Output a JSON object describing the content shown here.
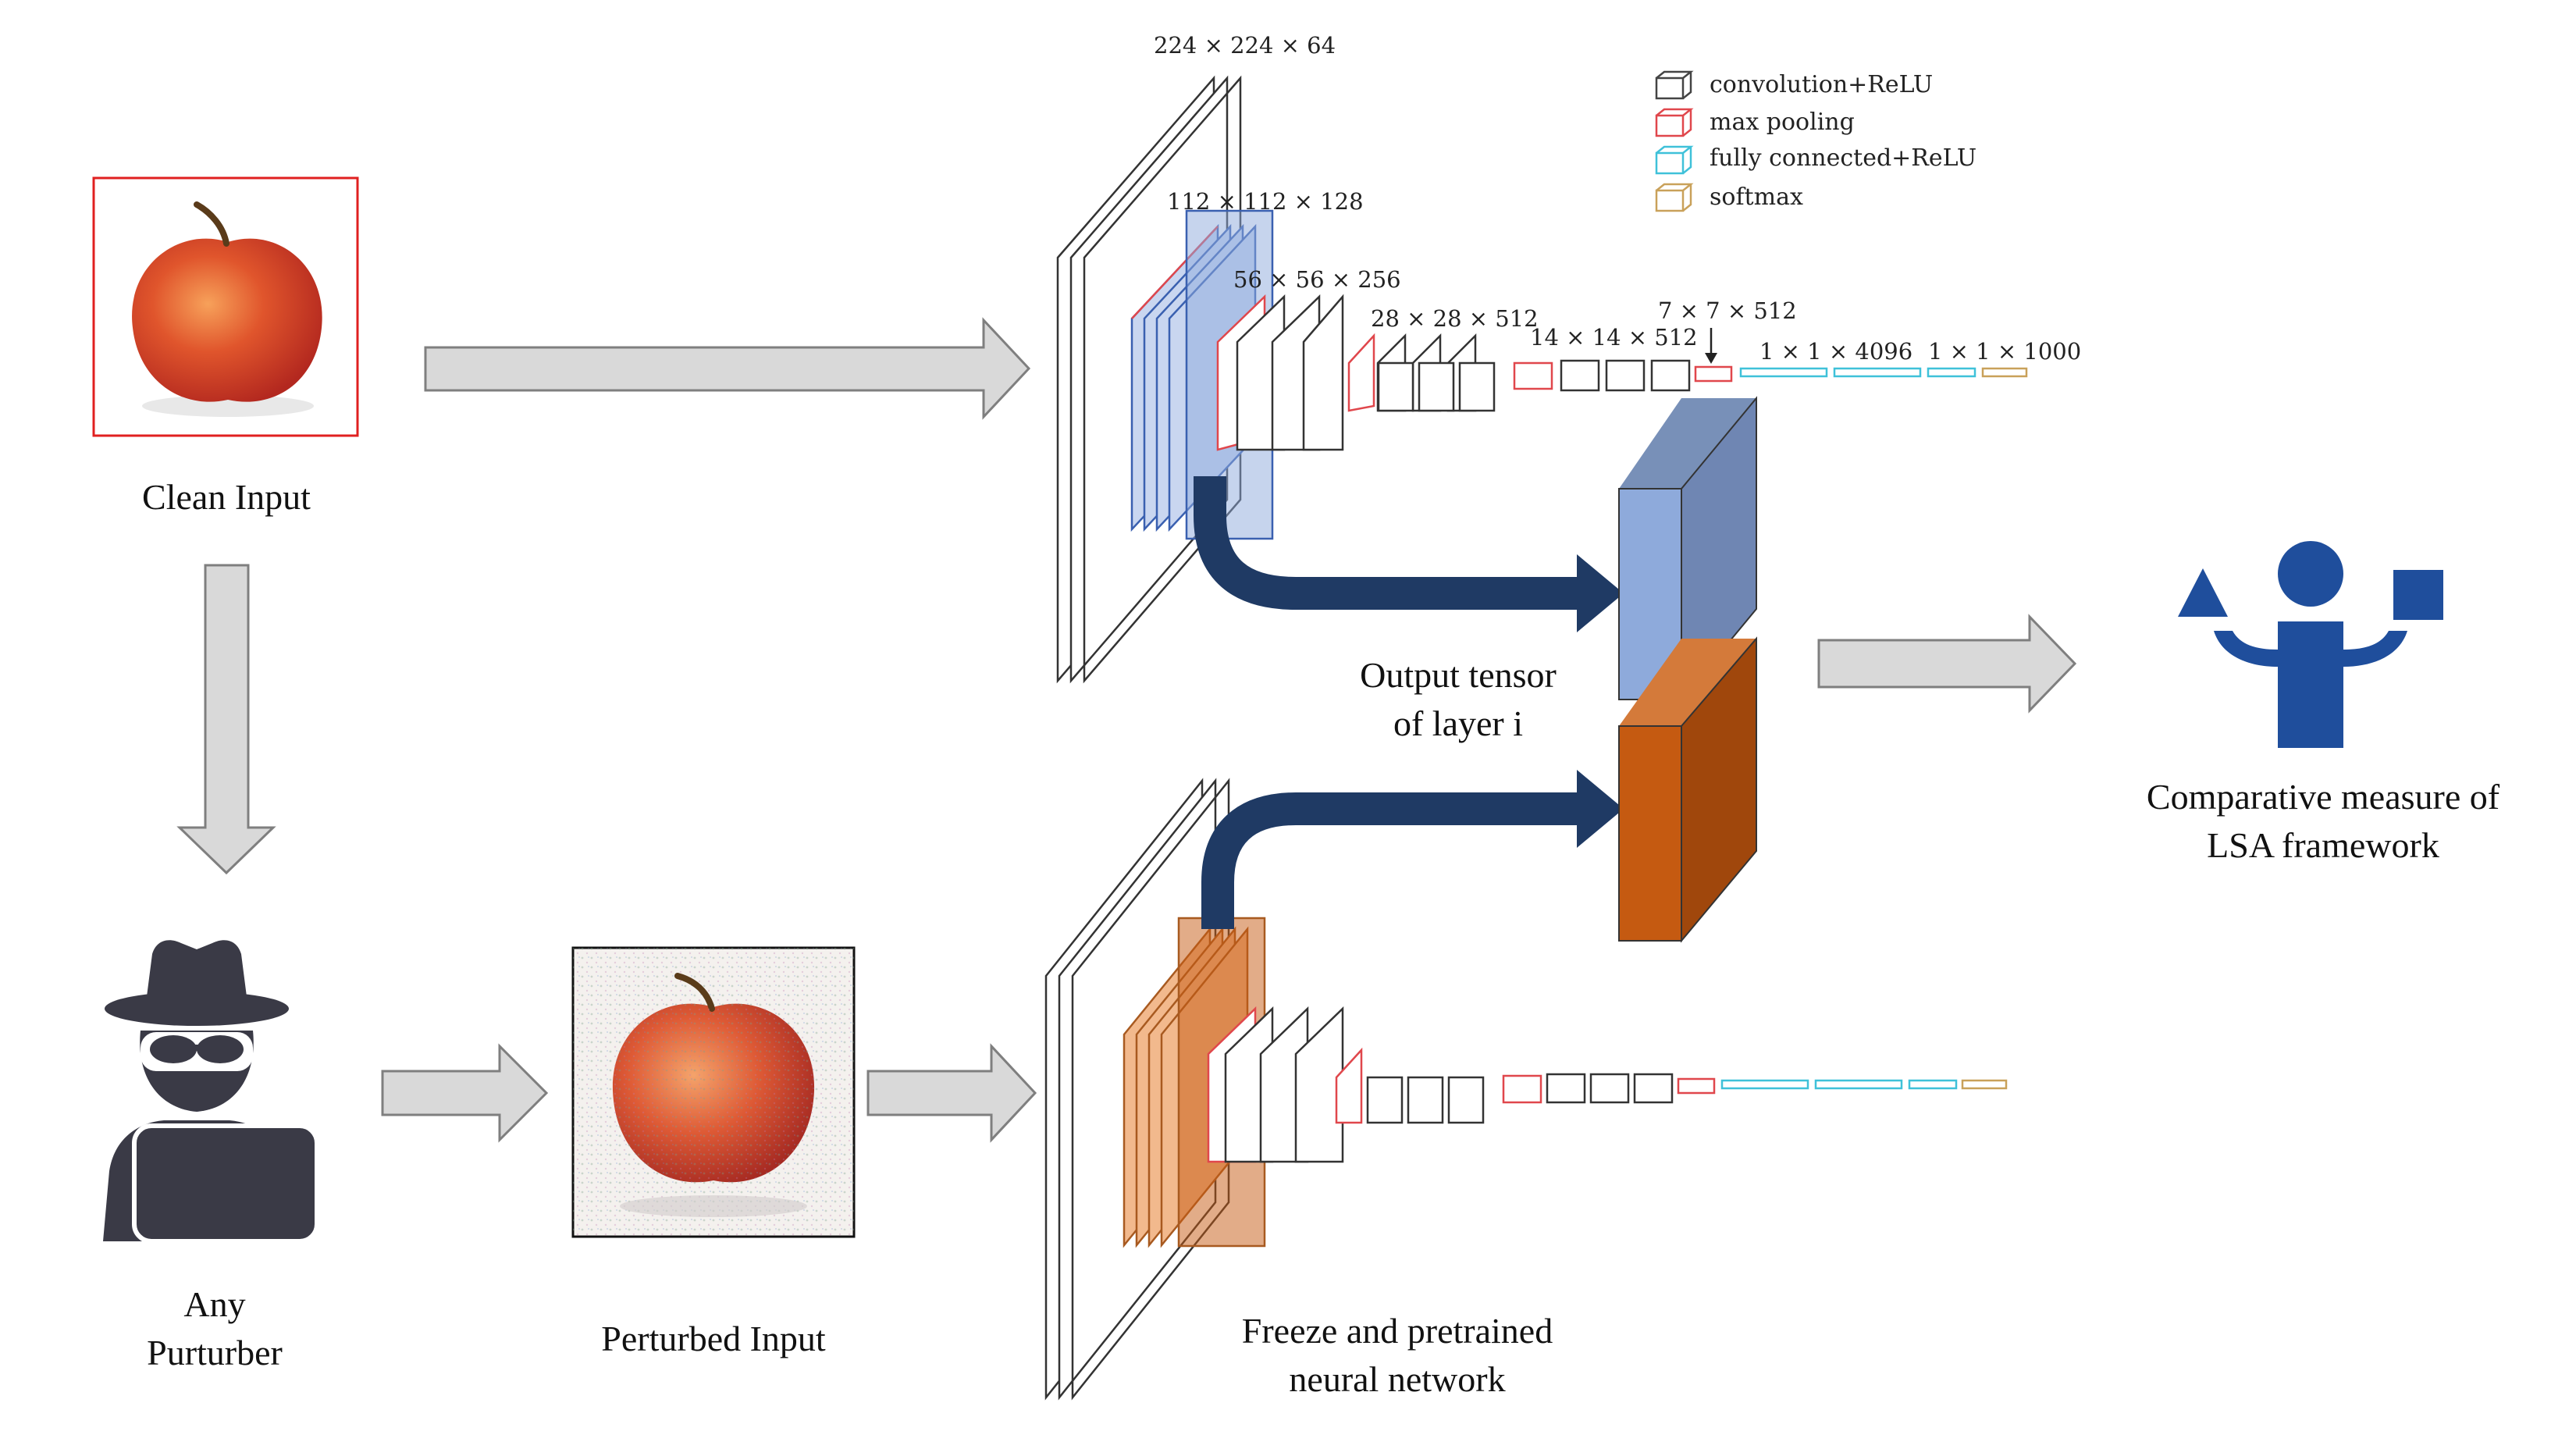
{
  "labels": {
    "clean_input": "Clean Input",
    "purturber_line1": "Any",
    "purturber_line2": "Purturber",
    "perturbed_input": "Perturbed Input",
    "output_tensor_line1": "Output tensor",
    "output_tensor_line2": "of layer i",
    "frozen_line1": "Freeze and pretrained",
    "frozen_line2": "neural network",
    "comparative_line1": "Comparative measure of",
    "comparative_line2": "LSA framework"
  },
  "network_dims": {
    "d1": "224 × 224 × 64",
    "d2": "112 × 112 × 128",
    "d3": "56 × 56 × 256",
    "d4": "28 × 28 × 512",
    "d5": "14 × 14 × 512",
    "d6": "7 × 7 × 512",
    "d7": "1 × 1 × 4096",
    "d8": "1 × 1 × 1000"
  },
  "legend": [
    {
      "label": "convolution+ReLU",
      "color": "#444444"
    },
    {
      "label": "max  pooling",
      "color": "#e0474c"
    },
    {
      "label": "fully  connected+ReLU",
      "color": "#3fc1d9"
    },
    {
      "label": "softmax",
      "color": "#c9a15a"
    }
  ],
  "colors": {
    "arrow_gray": "#d9d9d9",
    "arrow_stroke": "#7f7f7f",
    "arrow_navy": "#1f3a64",
    "tensor_blue": "#8eaadb",
    "tensor_orange": "#c55a11",
    "person_blue": "#1f4e9c",
    "hacker": "#3a3a46"
  },
  "icons": {
    "clean_apple": "apple-image",
    "perturbed_apple": "noisy-apple-image",
    "hacker": "hacker-icon",
    "comparison": "comparison-person-icon"
  }
}
